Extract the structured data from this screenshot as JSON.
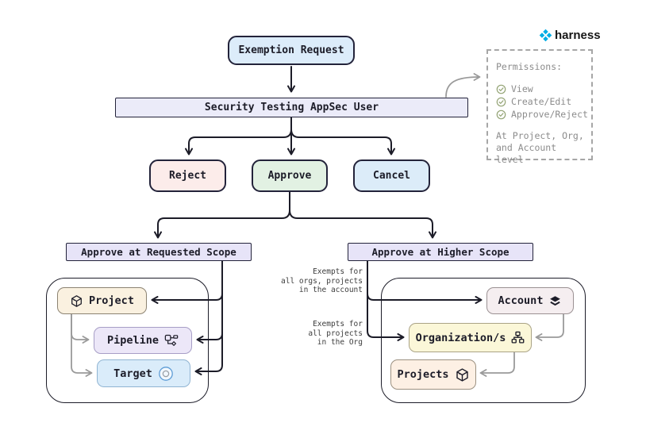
{
  "brand": {
    "logo_text": "harness",
    "logo_color": "#00ade4"
  },
  "colors": {
    "ink": "#1c1c28",
    "wire_gray": "#9a9a9a",
    "exemption_fill": "#dcecfa",
    "appsec_fill": "#ebebf9",
    "reject_fill": "#fcecea",
    "approve_fill": "#e2f1e3",
    "cancel_fill": "#dcecf9",
    "scope_fill": "#e7e4f8",
    "project_fill": "#faf1e0",
    "pipeline_fill": "#ece7f8",
    "target_fill": "#daecfa",
    "account_fill": "#f5eef0",
    "organizations_fill": "#fbf7d8",
    "projects_fill": "#fdf0e4",
    "check_green": "#93a374",
    "muted_text": "#8c8c8c"
  },
  "nodes": {
    "exemption_request": {
      "label": "Exemption Request"
    },
    "appsec_user": {
      "label": "Security Testing AppSec User"
    },
    "reject": {
      "label": "Reject"
    },
    "approve": {
      "label": "Approve"
    },
    "cancel": {
      "label": "Cancel"
    },
    "requested_scope": {
      "label": "Approve at Requested Scope"
    },
    "higher_scope": {
      "label": "Approve at Higher Scope"
    },
    "project": {
      "label": "Project"
    },
    "pipeline": {
      "label": "Pipeline"
    },
    "target": {
      "label": "Target"
    },
    "account": {
      "label": "Account"
    },
    "organizations": {
      "label": "Organization/s"
    },
    "projects": {
      "label": "Projects"
    }
  },
  "permissions_panel": {
    "title": "Permissions:",
    "items": [
      "View",
      "Create/Edit",
      "Approve/Reject"
    ],
    "footer": "At Project, Org,\nand Account level"
  },
  "annotations": {
    "account_note": "Exempts for\nall orgs, projects\nin the account",
    "org_note": "Exempts for\nall projects\nin the Org"
  }
}
